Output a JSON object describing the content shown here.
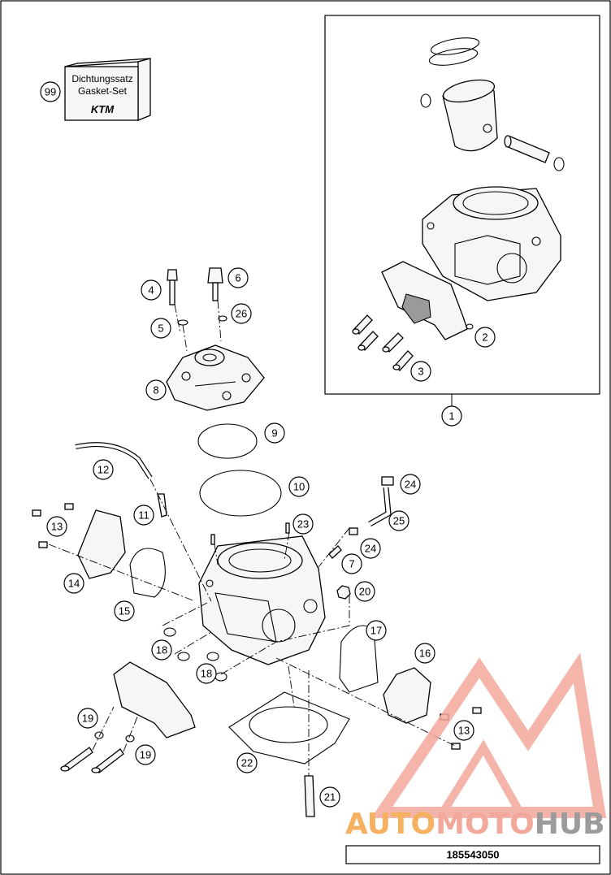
{
  "gasket_box": {
    "line1": "Dichtungssatz",
    "line2": "Gasket-Set",
    "logo": "KTM"
  },
  "callouts": [
    "99",
    "6",
    "4",
    "26",
    "5",
    "8",
    "2",
    "3",
    "1",
    "9",
    "12",
    "10",
    "24",
    "25",
    "11",
    "13",
    "23",
    "24",
    "7",
    "14",
    "15",
    "20",
    "17",
    "16",
    "18",
    "18",
    "19",
    "13",
    "19",
    "22",
    "21"
  ],
  "reference_number": "185543050",
  "watermark": {
    "part1": "AUTO",
    "part2": "MOTO",
    "part3": "HUB"
  },
  "colors": {
    "watermark_light": "#f3a89c",
    "watermark_dark": "#9b9b9b",
    "watermark_orange": "#f5b060"
  }
}
